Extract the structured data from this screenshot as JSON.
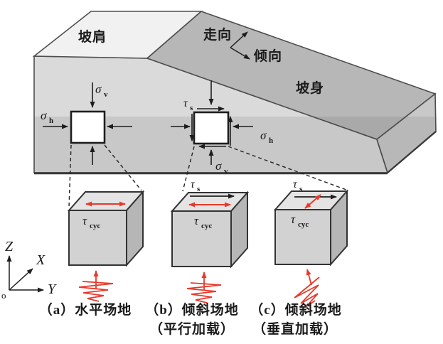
{
  "figure": {
    "slope_labels": {
      "shoulder": "坡肩",
      "strike": "走向",
      "dip": "倾向",
      "body": "坡身"
    },
    "stress": {
      "sigma": "σ",
      "tau": "τ",
      "sub_v": "v",
      "sub_h": "h",
      "sub_s": "s",
      "sub_cyc": "cyc"
    },
    "axes": {
      "z": "Z",
      "x": "X",
      "y": "Y",
      "origin": "o"
    },
    "captions": {
      "a": "（a）水平场地",
      "b_line1": "（b）倾斜场地",
      "b_line2": "（平行加载）",
      "c_line1": "（c）倾斜场地",
      "c_line2": "（垂直加载）"
    },
    "colors": {
      "accent_red": "#e8392b",
      "face_top": "#f1f1f1",
      "face_slope": "#b7b7b7",
      "face_front": "#dadada",
      "face_right": "#c8c8c8",
      "cube_top": "#e4e4e4",
      "cube_front": "#d2d2d2",
      "cube_right": "#b6b6b6",
      "edge": "#4d4d4d"
    }
  }
}
